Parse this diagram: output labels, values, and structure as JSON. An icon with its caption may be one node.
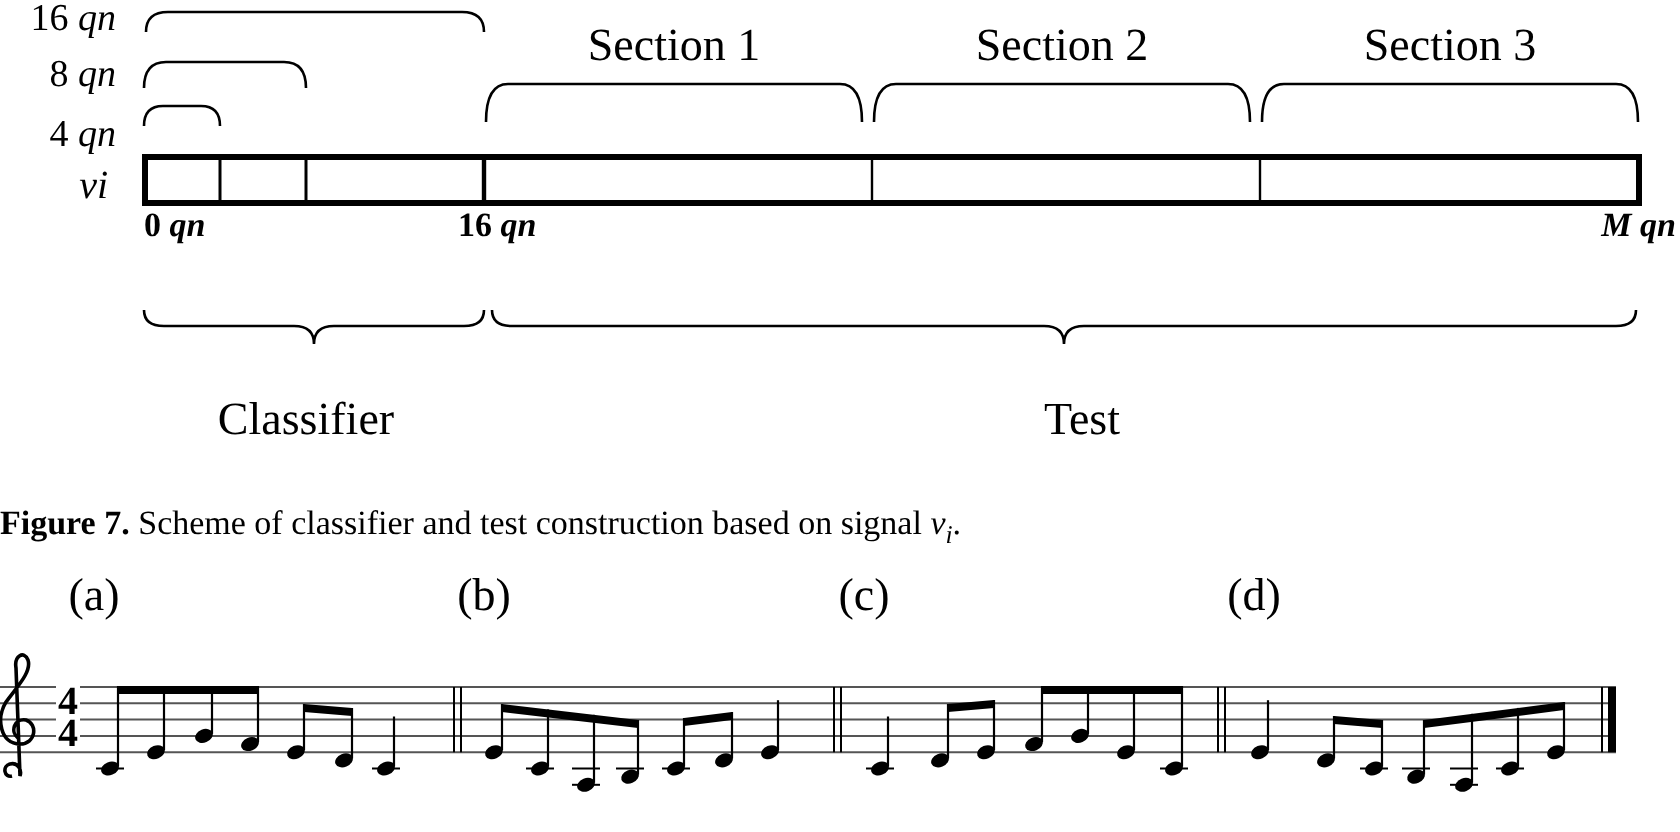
{
  "diagram": {
    "caption": "**Figure 7.** Scheme of classifier and test construction based on signal *v*$_{i}$.",
    "labels": [
      "16 *qn*",
      "Section 1",
      "Section 2",
      "Section 3",
      "8 *qn*",
      "4 *qn*",
      "vi",
      "0 *qn*",
      "16 *qn*",
      "M qn",
      "Classifier",
      "Test",
      "(a)",
      "(b)",
      "(c)",
      "(d)",
      "4 4"
    ]
  }
}
